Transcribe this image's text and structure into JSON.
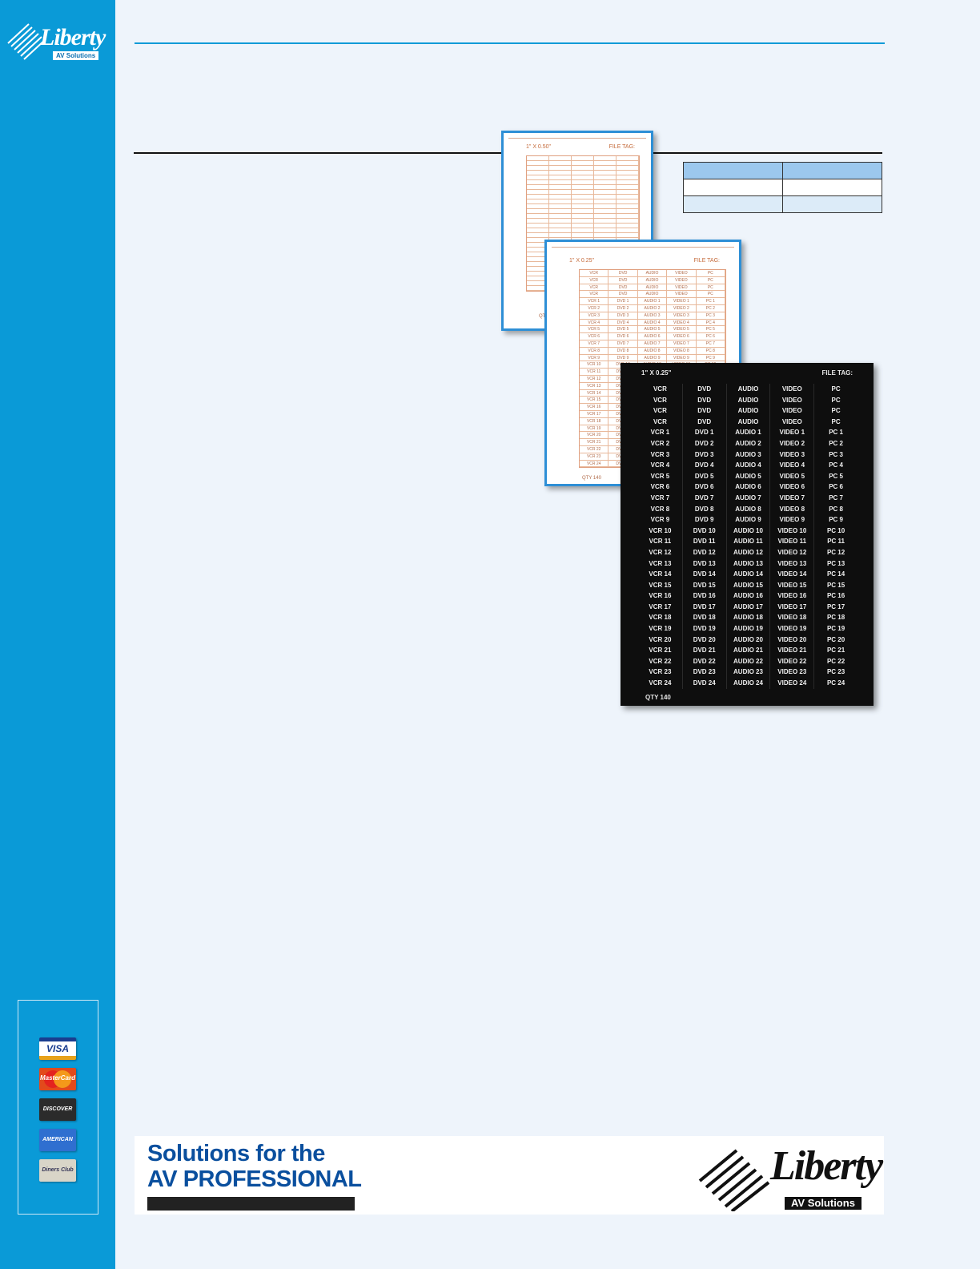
{
  "brand": {
    "name": "Liberty",
    "tagline": "AV Solutions"
  },
  "payment_cards": [
    "VISA",
    "MasterCard",
    "DISCOVER",
    "AMERICAN EXPRESS",
    "Diners Club"
  ],
  "sheet_back": {
    "size_label": "1\" X 0.50\"",
    "file_tag": "FILE TAG:",
    "qty": "QTY 140"
  },
  "sheet_mid": {
    "size_label": "1\" X 0.25\"",
    "file_tag": "FILE TAG:",
    "qty": "QTY 140"
  },
  "sheet_front": {
    "size_label": "1\" X 0.25\"",
    "file_tag": "FILE TAG:",
    "qty": "QTY 140",
    "columns": [
      "VCR",
      "DVD",
      "AUDIO",
      "VIDEO",
      "PC"
    ],
    "plain_rows": 4,
    "numbered_rows": 24
  },
  "banner": {
    "line1": "Solutions for the",
    "line2": "AV PROFESSIONAL"
  },
  "colors": {
    "sidebar": "#0a9ad7",
    "page_bg": "#eef4fb",
    "banner_text": "#0a4f9e",
    "table_header": "#9cc8ee",
    "sheet_border": "#2e8fd6"
  }
}
